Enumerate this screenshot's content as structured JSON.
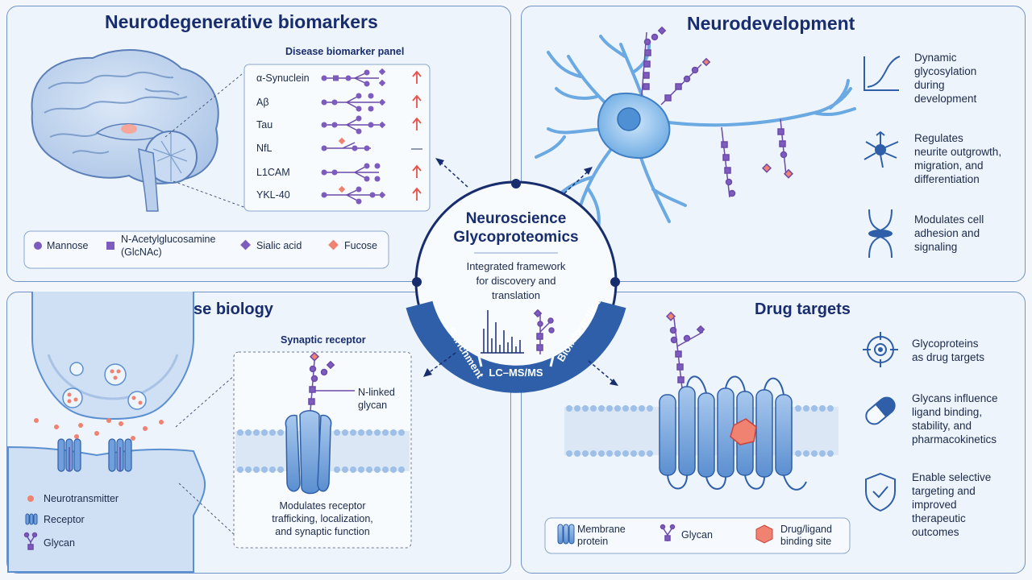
{
  "panels": {
    "neurodegenerative": {
      "title": "Neurodegenerative biomarkers",
      "panel_title": "Disease biomarker panel",
      "biomarkers": [
        "α-Synuclein",
        "Aβ",
        "Tau",
        "NfL",
        "L1CAM",
        "YKL-40"
      ],
      "legend": [
        "Mannose",
        "N-Acetylglucosamine",
        "(GlcNAc)",
        "Sialic acid",
        "Fucose"
      ]
    },
    "neurodevelopment": {
      "title": "Neurodevelopment",
      "features": [
        [
          "Dynamic",
          "glycosylation",
          "during",
          "development"
        ],
        [
          "Regulates",
          "neurite outgrowth,",
          "migration, and",
          "differentiation"
        ],
        [
          "Modulates cell",
          "adhesion and",
          "signaling"
        ]
      ]
    },
    "synapse": {
      "title": "Synapse biology",
      "inset_title": "Synaptic receptor",
      "glycan_label": [
        "N-linked",
        "glycan"
      ],
      "inset_caption": [
        "Modulates receptor",
        "trafficking, localization,",
        "and synaptic function"
      ],
      "legend": [
        "Neurotransmitter",
        "Receptor",
        "Glycan"
      ]
    },
    "drug": {
      "title": "Drug targets",
      "features": [
        [
          "Glycoproteins",
          "as drug targets"
        ],
        [
          "Glycans influence",
          "ligand binding,",
          "stability, and",
          "pharmacokinetics"
        ],
        [
          "Enable selective",
          "targeting and",
          "improved",
          "therapeutic",
          "outcomes"
        ]
      ],
      "legend": [
        "Membrane",
        "protein",
        "Glycan",
        "Drug/ligand",
        "binding site"
      ]
    }
  },
  "center": {
    "title": [
      "Neuroscience",
      "Glycoproteomics"
    ],
    "subtitle": [
      "Integrated framework",
      "for discovery and",
      "translation"
    ],
    "arc_labels": [
      "Enrichment",
      "LC–MS/MS",
      "Bioinformatics"
    ]
  },
  "colors": {
    "navy": "#182d6e",
    "blue": "#5b8fd0",
    "purple": "#6b4aa8",
    "fucose": "#f08272",
    "arrow_up": "#e5534b"
  }
}
